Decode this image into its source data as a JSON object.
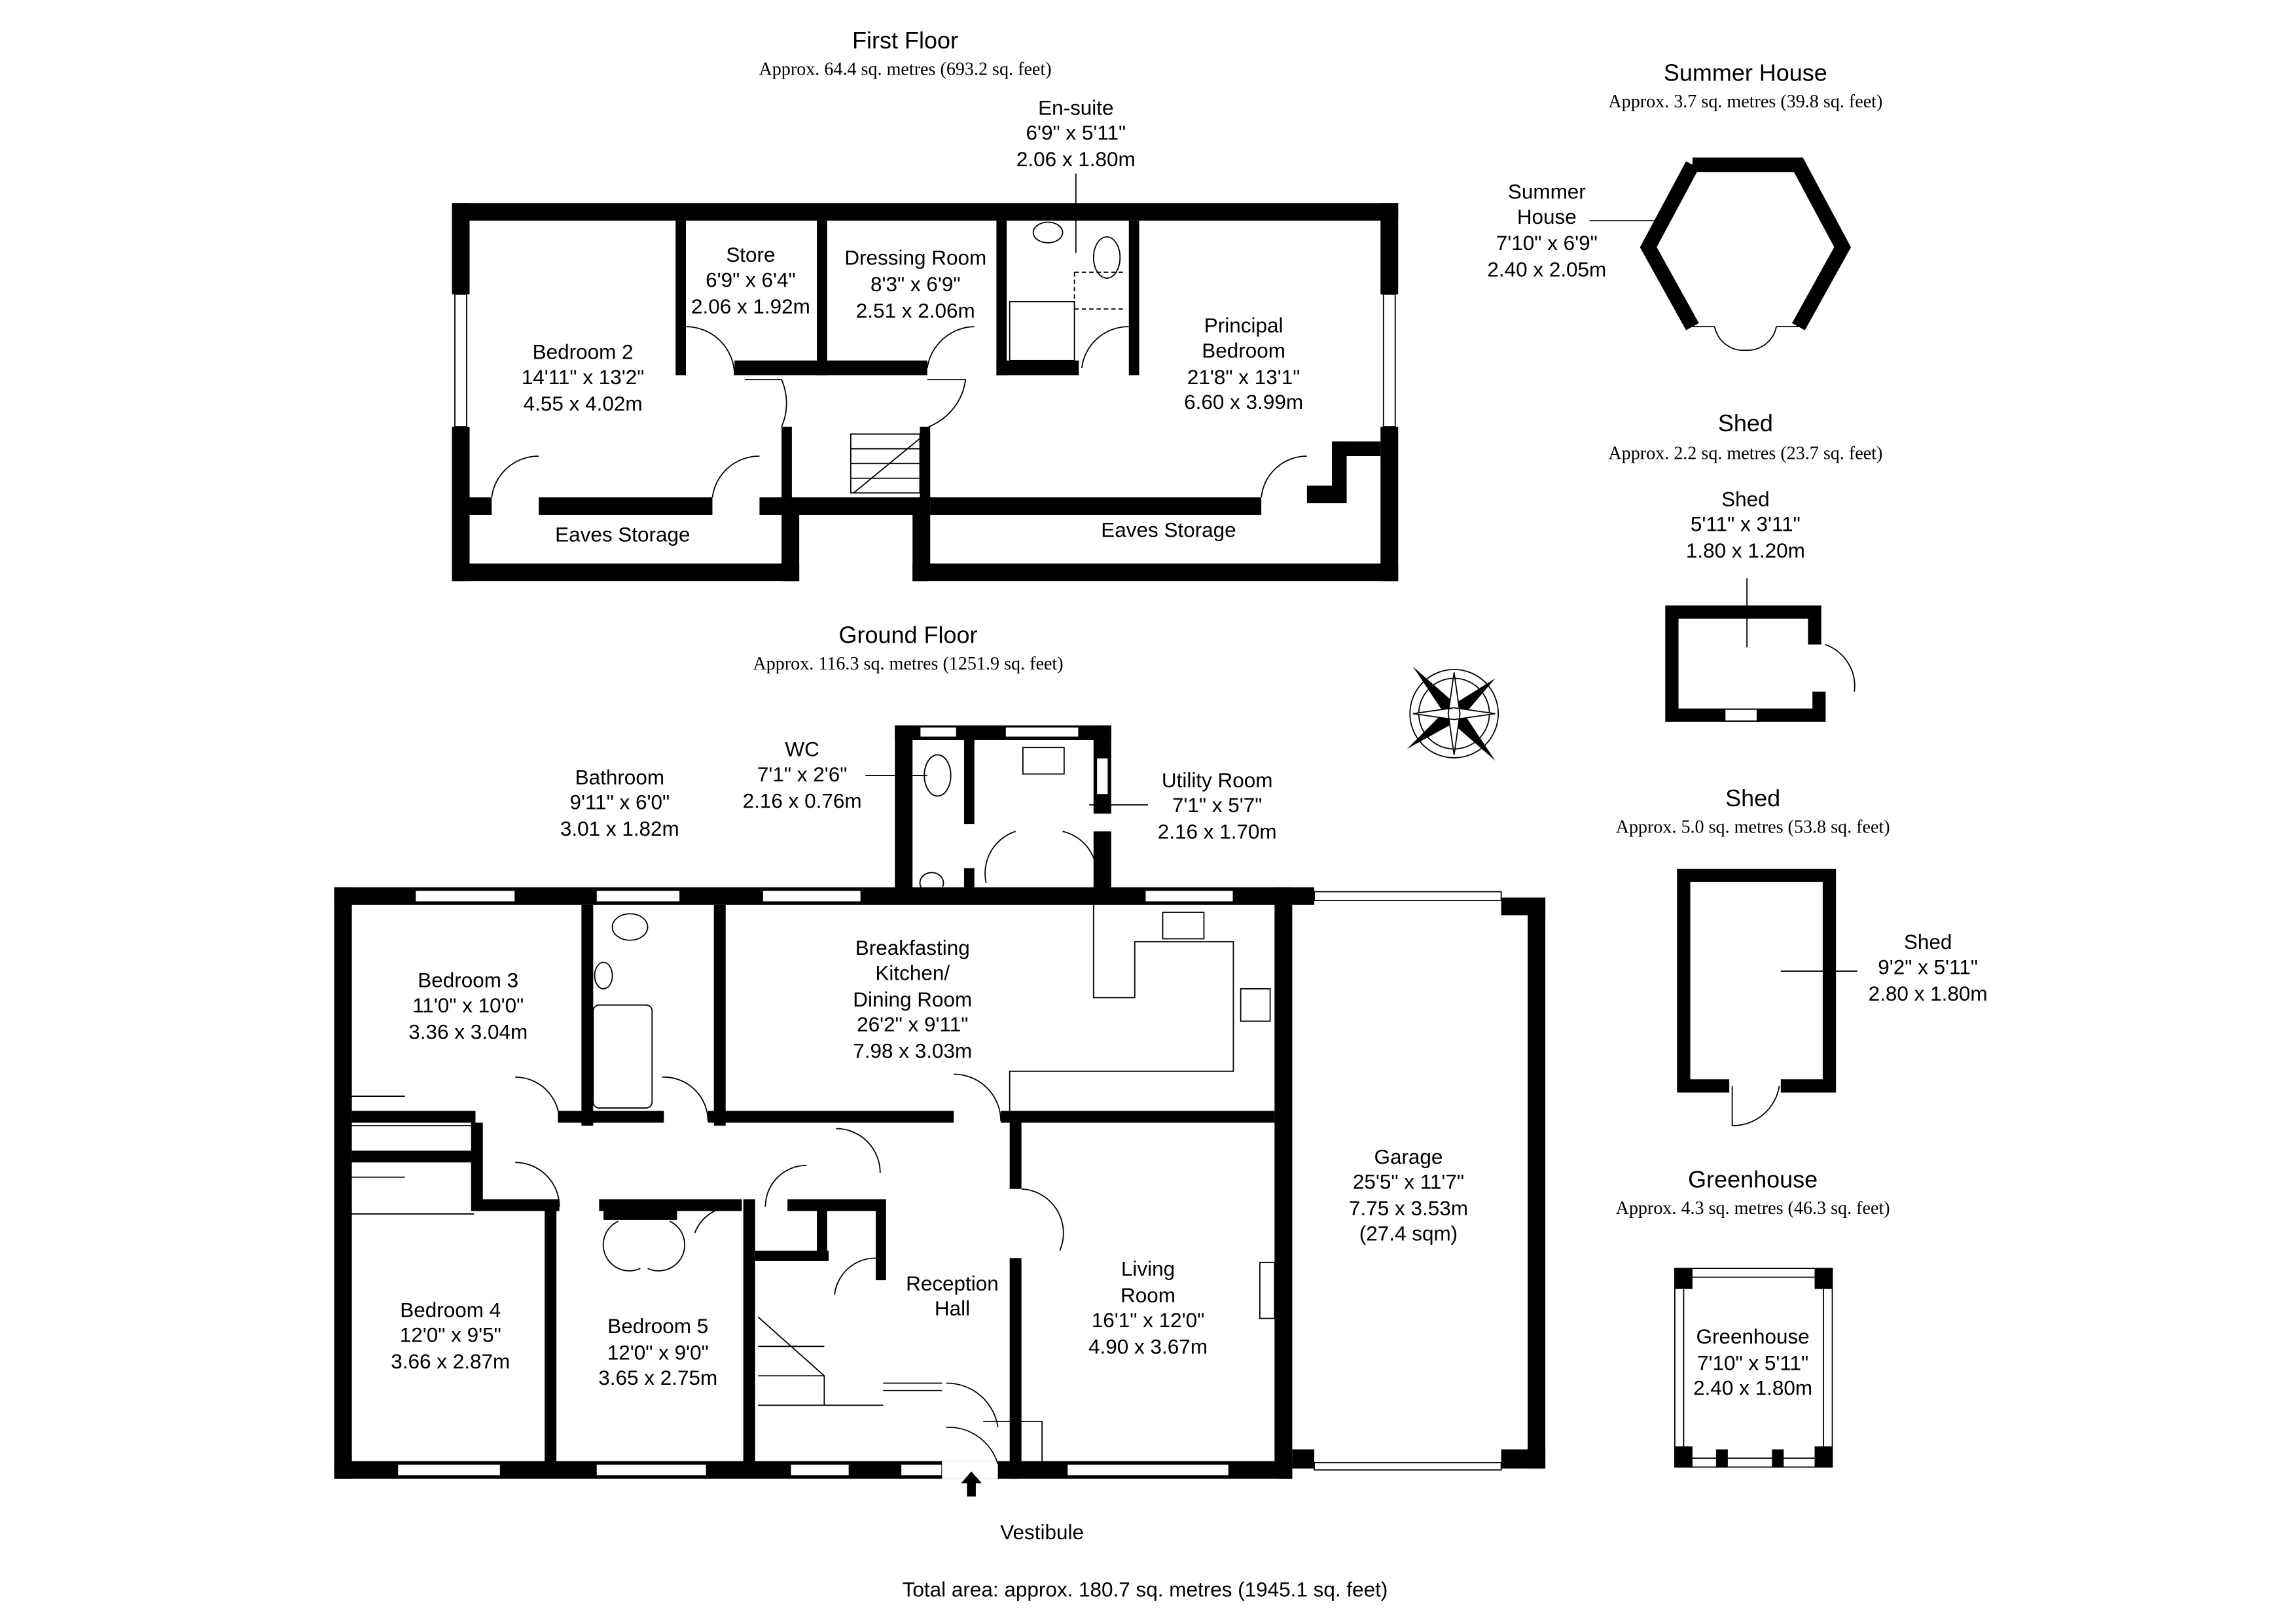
{
  "first_floor": {
    "title": "First Floor",
    "area": "Approx. 64.4 sq. metres (693.2 sq. feet)",
    "rooms": {
      "ensuite": {
        "name": "En-suite",
        "imperial": "6'9\" x 5'11\"",
        "metric": "2.06 x 1.80m"
      },
      "store": {
        "name": "Store",
        "imperial": "6'9\" x 6'4\"",
        "metric": "2.06 x 1.92m"
      },
      "dressing": {
        "name": "Dressing Room",
        "imperial": "8'3\" x 6'9\"",
        "metric": "2.51 x 2.06m"
      },
      "bedroom2": {
        "name": "Bedroom 2",
        "imperial": "14'11\" x 13'2\"",
        "metric": "4.55 x 4.02m"
      },
      "principal": {
        "name_line1": "Principal",
        "name_line2": "Bedroom",
        "imperial": "21'8\" x 13'1\"",
        "metric": "6.60 x 3.99m"
      },
      "eaves_left": {
        "name": "Eaves Storage"
      },
      "eaves_right": {
        "name": "Eaves Storage"
      }
    }
  },
  "ground_floor": {
    "title": "Ground Floor",
    "area": "Approx. 116.3 sq. metres (1251.9 sq. feet)",
    "rooms": {
      "wc": {
        "name": "WC",
        "imperial": "7'1\" x 2'6\"",
        "metric": "2.16 x 0.76m"
      },
      "bathroom": {
        "name": "Bathroom",
        "imperial": "9'11\" x 6'0\"",
        "metric": "3.01 x 1.82m"
      },
      "utility": {
        "name": "Utility Room",
        "imperial": "7'1\" x 5'7\"",
        "metric": "2.16 x 1.70m"
      },
      "bedroom3": {
        "name": "Bedroom 3",
        "imperial": "11'0\" x 10'0\"",
        "metric": "3.36 x 3.04m"
      },
      "kitchen": {
        "name_line1": "Breakfasting",
        "name_line2": "Kitchen/",
        "name_line3": "Dining Room",
        "imperial": "26'2\" x 9'11\"",
        "metric": "7.98 x 3.03m"
      },
      "garage": {
        "name": "Garage",
        "imperial": "25'5\" x 11'7\"",
        "metric": "7.75 x 3.53m",
        "sqm": "(27.4 sqm)"
      },
      "bedroom4": {
        "name": "Bedroom 4",
        "imperial": "12'0\" x 9'5\"",
        "metric": "3.66 x 2.87m"
      },
      "bedroom5": {
        "name": "Bedroom 5",
        "imperial": "12'0\" x 9'0\"",
        "metric": "3.65 x 2.75m"
      },
      "reception": {
        "name_line1": "Reception",
        "name_line2": "Hall"
      },
      "living": {
        "name_line1": "Living",
        "name_line2": "Room",
        "imperial": "16'1\" x 12'0\"",
        "metric": "4.90 x 3.67m"
      },
      "vestibule": {
        "name": "Vestibule"
      }
    }
  },
  "summer_house": {
    "title": "Summer House",
    "area": "Approx. 3.7 sq. metres (39.8 sq. feet)",
    "name_line1": "Summer",
    "name_line2": "House",
    "imperial": "7'10\" x 6'9\"",
    "metric": "2.40 x 2.05m"
  },
  "shed1": {
    "title": "Shed",
    "area": "Approx. 2.2 sq. metres (23.7 sq. feet)",
    "name": "Shed",
    "imperial": "5'11\" x 3'11\"",
    "metric": "1.80 x 1.20m"
  },
  "shed2": {
    "title": "Shed",
    "area": "Approx. 5.0 sq. metres (53.8 sq. feet)",
    "name": "Shed",
    "imperial": "9'2\" x 5'11\"",
    "metric": "2.80 x 1.80m"
  },
  "greenhouse": {
    "title": "Greenhouse",
    "area": "Approx. 4.3 sq. metres (46.3 sq. feet)",
    "name": "Greenhouse",
    "imperial": "7'10\" x 5'11\"",
    "metric": "2.40 x 1.80m"
  },
  "total_area": "Total area: approx. 180.7 sq. metres (1945.1 sq. feet)",
  "icons": {
    "compass": "compass-rose-icon",
    "entrance": "entrance-arrow-icon"
  }
}
